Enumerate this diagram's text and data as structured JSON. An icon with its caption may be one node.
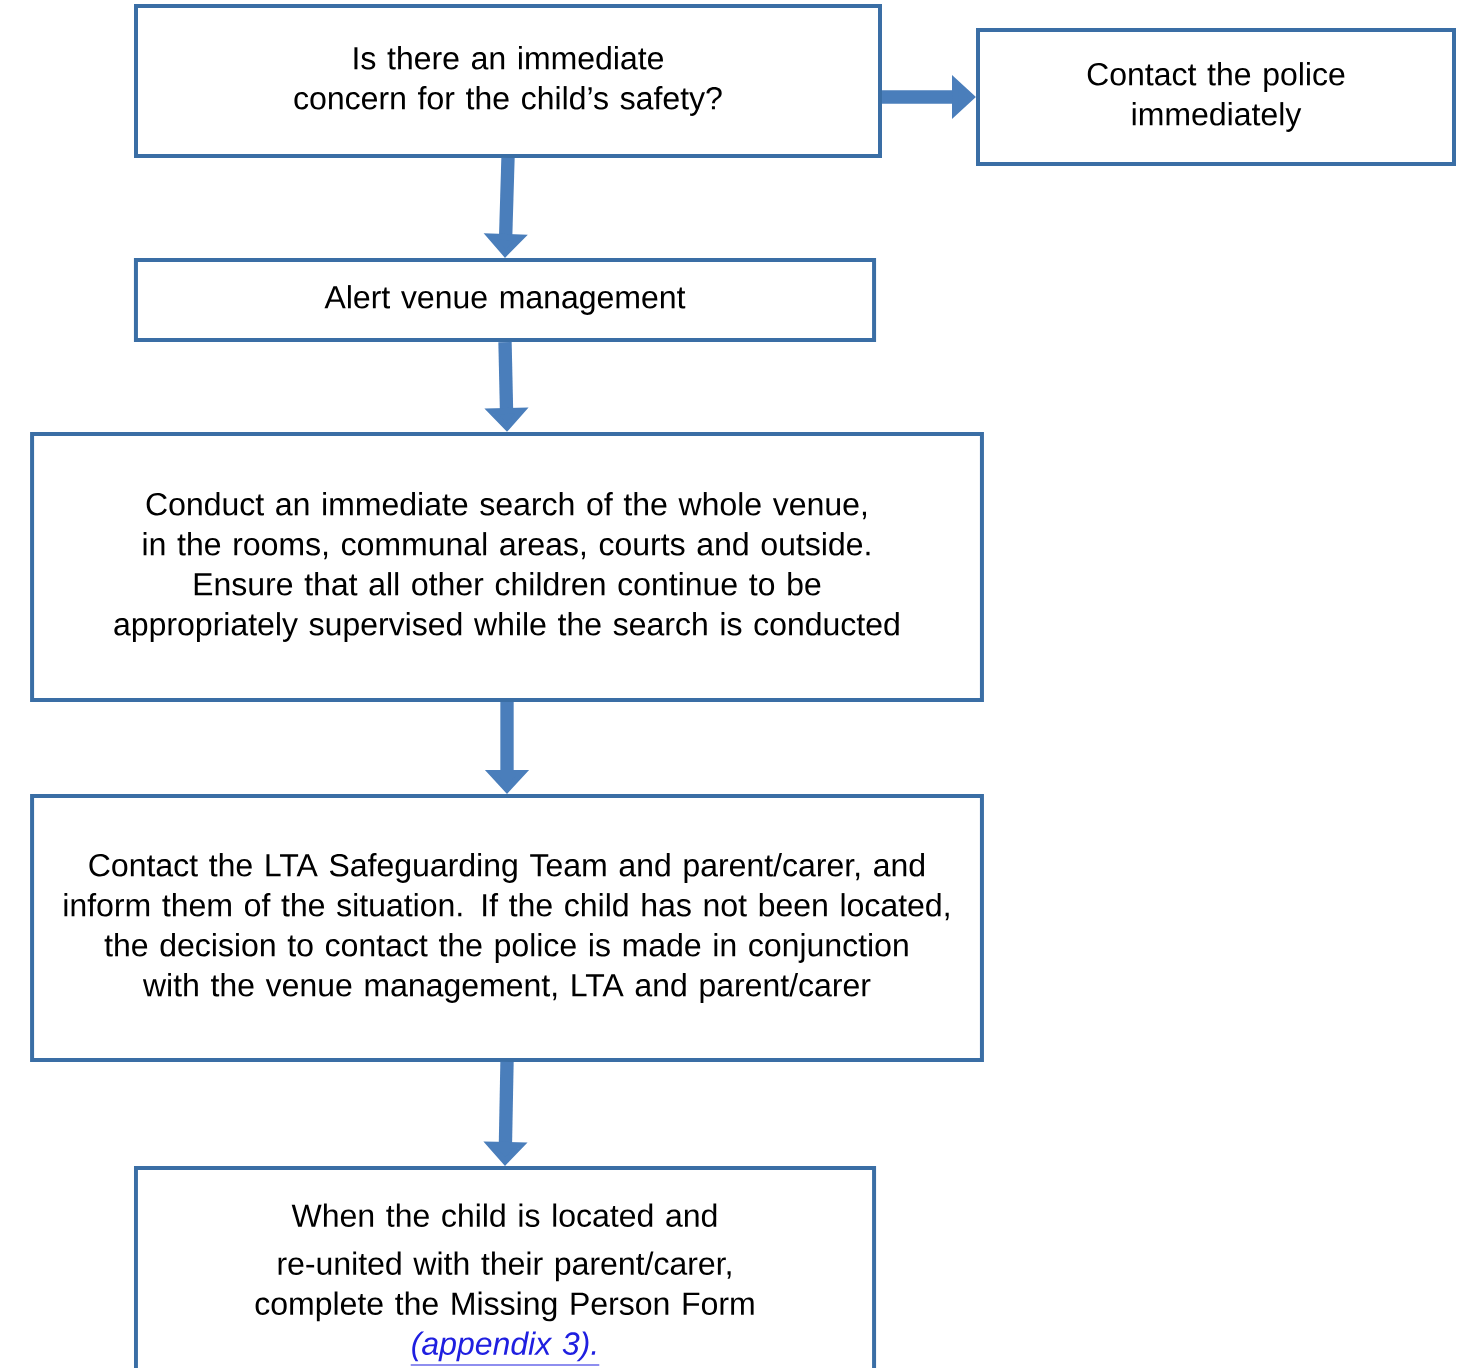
{
  "diagram": {
    "nodes": [
      {
        "text": [
          "Is there an immediate concern for the child’s safety?"
        ]
      },
      {
        "text": [
          "Contact the police immediately"
        ]
      },
      {
        "text": [
          "Alert venue management"
        ]
      },
      {
        "text": [
          "Conduct an immediate search of the whole venue, in the rooms, communal areas, courts and outside. Ensure that all other children continue to be appropriately supervised while the search is conducted"
        ]
      },
      {
        "text": [
          "Contact the LTA Safeguarding Team and parent/carer, and inform them of the situation. If the child has not been located, the decision to contact the police is made in conjunction with the venue management, LTA and parent/carer"
        ]
      },
      {
        "text": [
          "When the child is located and re-united with their parent/carer, complete the Missing Person Form",
          "(appendix 3)."
        ]
      }
    ],
    "edges": [
      {
        "from": 0,
        "to": 1,
        "arrow": "to"
      },
      {
        "from": 0,
        "to": 2,
        "arrow": "to"
      },
      {
        "from": 2,
        "to": 3,
        "arrow": "to"
      },
      {
        "from": 3,
        "to": 4,
        "arrow": "to"
      },
      {
        "from": 4,
        "to": 5,
        "arrow": "to"
      }
    ]
  }
}
